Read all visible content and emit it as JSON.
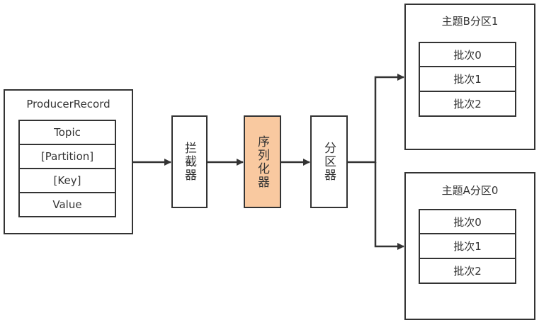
{
  "producer_record": {
    "title": "ProducerRecord",
    "fields": [
      "Topic",
      "[Partition]",
      "[Key]",
      "Value"
    ]
  },
  "pipeline": {
    "interceptor": "拦截器",
    "serializer": "序列化器",
    "partitioner": "分区器"
  },
  "partitions": [
    {
      "title": "主题B分区1",
      "batches": [
        "批次0",
        "批次1",
        "批次2"
      ]
    },
    {
      "title": "主题A分区0",
      "batches": [
        "批次0",
        "批次1",
        "批次2"
      ]
    }
  ],
  "colors": {
    "stroke": "#333333",
    "serializer_fill": "#f9c9a0"
  }
}
